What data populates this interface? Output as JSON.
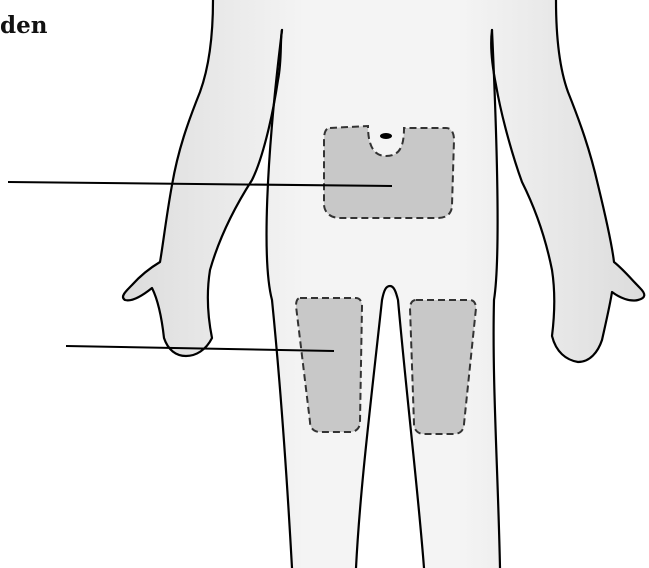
{
  "heading": "den",
  "colors": {
    "body_fill": "#f0f0f0",
    "body_outline": "#000000",
    "injection_zone_fill": "#c8c8c8",
    "injection_zone_border": "#333333",
    "pointer_line": "#000000"
  },
  "injection_sites": [
    {
      "id": "abdomen",
      "shape": "rounded rectangle with navel cut-out"
    },
    {
      "id": "right-thigh",
      "shape": "tapered rectangle"
    },
    {
      "id": "left-thigh",
      "shape": "tapered rectangle"
    }
  ]
}
